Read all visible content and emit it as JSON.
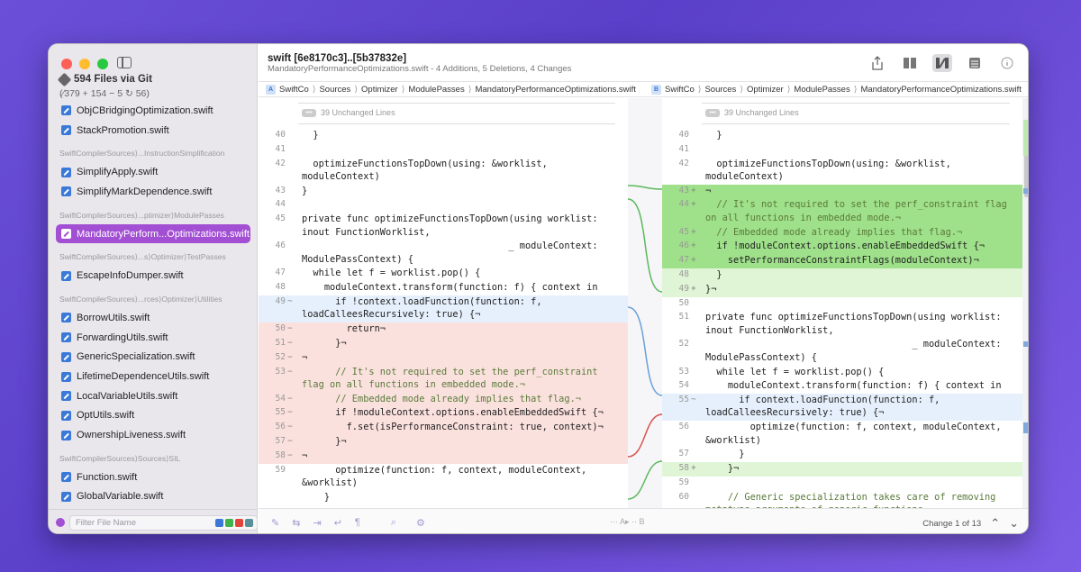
{
  "sidebar": {
    "repo_title": "594 Files via Git",
    "repo_stats": "(∕379 + 154 − 5 ↻ 56)",
    "items": [
      {
        "type": "file",
        "label": "ObjCBridgingOptimization.swift"
      },
      {
        "type": "file",
        "label": "StackPromotion.swift"
      },
      {
        "type": "group",
        "label": "SwiftCompilerSources⟩...InstructionSimplification"
      },
      {
        "type": "file",
        "label": "SimplifyApply.swift"
      },
      {
        "type": "file",
        "label": "SimplifyMarkDependence.swift"
      },
      {
        "type": "group",
        "label": "SwiftCompilerSources⟩...ptimizer⟩ModulePasses"
      },
      {
        "type": "file",
        "label": "MandatoryPerform...Optimizations.swift",
        "selected": true
      },
      {
        "type": "group",
        "label": "SwiftCompilerSources⟩...s⟩Optimizer⟩TestPasses"
      },
      {
        "type": "file",
        "label": "EscapeInfoDumper.swift"
      },
      {
        "type": "group",
        "label": "SwiftCompilerSources⟩...rces⟩Optimizer⟩Utilities"
      },
      {
        "type": "file",
        "label": "BorrowUtils.swift"
      },
      {
        "type": "file",
        "label": "ForwardingUtils.swift"
      },
      {
        "type": "file",
        "label": "GenericSpecialization.swift"
      },
      {
        "type": "file",
        "label": "LifetimeDependenceUtils.swift"
      },
      {
        "type": "file",
        "label": "LocalVariableUtils.swift"
      },
      {
        "type": "file",
        "label": "OptUtils.swift"
      },
      {
        "type": "file",
        "label": "OwnershipLiveness.swift"
      },
      {
        "type": "group",
        "label": "SwiftCompilerSources⟩Sources⟩SIL"
      },
      {
        "type": "file",
        "label": "Function.swift"
      },
      {
        "type": "file",
        "label": "GlobalVariable.swift"
      }
    ],
    "filter_placeholder": "Filter File Name"
  },
  "header": {
    "title": "swift [6e8170c3]..[5b37832e]",
    "subtitle": "MandatoryPerformanceOptimizations.swift - 4 Additions, 5 Deletions, 4 Changes"
  },
  "toolbar": {
    "share_icon": "share-icon",
    "side_by_side_icon": "columns-icon",
    "diff_icon": "diff-icon",
    "unified_icon": "list-icon",
    "info_icon": "info-icon"
  },
  "breadcrumbs": {
    "left": {
      "badge": "A",
      "parts": [
        "SwiftCo",
        "Sources",
        "Optimizer",
        "ModulePasses",
        "MandatoryPerformanceOptimizations.swift"
      ]
    },
    "right": {
      "badge": "B",
      "parts": [
        "SwiftCo",
        "Sources",
        "Optimizer",
        "ModulePasses",
        "MandatoryPerformanceOptimizations.swift"
      ]
    }
  },
  "diff": {
    "unchanged_label": "39 Unchanged Lines",
    "left": [
      {
        "n": "40",
        "m": "",
        "t": "  }",
        "k": ""
      },
      {
        "n": "41",
        "m": "",
        "t": "",
        "k": ""
      },
      {
        "n": "42",
        "m": "",
        "t": "  optimizeFunctionsTopDown(using: &worklist,\nmoduleContext)",
        "k": ""
      },
      {
        "n": "43",
        "m": "",
        "t": "}",
        "k": ""
      },
      {
        "n": "44",
        "m": "",
        "t": "",
        "k": ""
      },
      {
        "n": "45",
        "m": "",
        "t": "private func optimizeFunctionsTopDown(using worklist:\ninout FunctionWorklist,",
        "k": ""
      },
      {
        "n": "46",
        "m": "",
        "t": "                                     _ moduleContext:\nModulePassContext) {",
        "k": ""
      },
      {
        "n": "47",
        "m": "",
        "t": "  while let f = worklist.pop() {",
        "k": ""
      },
      {
        "n": "48",
        "m": "",
        "t": "    moduleContext.transform(function: f) { context in",
        "k": ""
      },
      {
        "n": "49",
        "m": "~",
        "t": "      if !context.loadFunction(function: f,\nloadCalleesRecursively: true) {¬",
        "k": "chg"
      },
      {
        "n": "50",
        "m": "−",
        "t": "        return¬",
        "k": "del"
      },
      {
        "n": "51",
        "m": "−",
        "t": "      }¬",
        "k": "del"
      },
      {
        "n": "52",
        "m": "−",
        "t": "¬",
        "k": "del"
      },
      {
        "n": "53",
        "m": "−",
        "t": "      // It's not required to set the perf_constraint\nflag on all functions in embedded mode.¬",
        "k": "del"
      },
      {
        "n": "54",
        "m": "−",
        "t": "      // Embedded mode already implies that flag.¬",
        "k": "del"
      },
      {
        "n": "55",
        "m": "−",
        "t": "      if !moduleContext.options.enableEmbeddedSwift {¬",
        "k": "del"
      },
      {
        "n": "56",
        "m": "−",
        "t": "        f.set(isPerformanceConstraint: true, context)¬",
        "k": "del"
      },
      {
        "n": "57",
        "m": "−",
        "t": "      }¬",
        "k": "del"
      },
      {
        "n": "58",
        "m": "−",
        "t": "¬",
        "k": "del"
      },
      {
        "n": "59",
        "m": "",
        "t": "      optimize(function: f, context, moduleContext,\n&worklist)",
        "k": ""
      },
      {
        "n": "",
        "m": "",
        "t": "    }",
        "k": ""
      }
    ],
    "right": [
      {
        "n": "40",
        "m": "",
        "t": "  }",
        "k": ""
      },
      {
        "n": "41",
        "m": "",
        "t": "",
        "k": ""
      },
      {
        "n": "42",
        "m": "",
        "t": "  optimizeFunctionsTopDown(using: &worklist,\nmoduleContext)",
        "k": ""
      },
      {
        "n": "43",
        "m": "+",
        "t": "¬",
        "k": "add-strong"
      },
      {
        "n": "44",
        "m": "+",
        "t": "  // It's not required to set the perf_constraint flag\non all functions in embedded mode.¬",
        "k": "add-strong"
      },
      {
        "n": "45",
        "m": "+",
        "t": "  // Embedded mode already implies that flag.¬",
        "k": "add-strong"
      },
      {
        "n": "46",
        "m": "+",
        "t": "  if !moduleContext.options.enableEmbeddedSwift {¬",
        "k": "add-strong"
      },
      {
        "n": "47",
        "m": "+",
        "t": "    setPerformanceConstraintFlags(moduleContext)¬",
        "k": "add-strong"
      },
      {
        "n": "48",
        "m": "",
        "t": "  }",
        "k": "add"
      },
      {
        "n": "49",
        "m": "+",
        "t": "}¬",
        "k": "add"
      },
      {
        "n": "50",
        "m": "",
        "t": "",
        "k": ""
      },
      {
        "n": "51",
        "m": "",
        "t": "private func optimizeFunctionsTopDown(using worklist:\ninout FunctionWorklist,",
        "k": ""
      },
      {
        "n": "52",
        "m": "",
        "t": "                                     _ moduleContext:\nModulePassContext) {",
        "k": ""
      },
      {
        "n": "53",
        "m": "",
        "t": "  while let f = worklist.pop() {",
        "k": ""
      },
      {
        "n": "54",
        "m": "",
        "t": "    moduleContext.transform(function: f) { context in",
        "k": ""
      },
      {
        "n": "55",
        "m": "~",
        "t": "      if context.loadFunction(function: f,\nloadCalleesRecursively: true) {¬",
        "k": "chg"
      },
      {
        "n": "56",
        "m": "",
        "t": "        optimize(function: f, context, moduleContext,\n&worklist)",
        "k": ""
      },
      {
        "n": "57",
        "m": "",
        "t": "      }",
        "k": ""
      },
      {
        "n": "58",
        "m": "+",
        "t": "    }¬",
        "k": "add"
      },
      {
        "n": "59",
        "m": "",
        "t": "",
        "k": ""
      },
      {
        "n": "60",
        "m": "",
        "t": "    // Generic specialization takes care of removing\nmetatype arguments of generic functions.",
        "k": ""
      }
    ]
  },
  "footer": {
    "change_label": "Change 1 of 13",
    "mid_label": "··· A▸ ·· B"
  },
  "colors": {
    "accent": "#a24fd3",
    "added": "#9fe08a",
    "deleted": "#fbe1de",
    "changed": "#e6f0fc"
  }
}
